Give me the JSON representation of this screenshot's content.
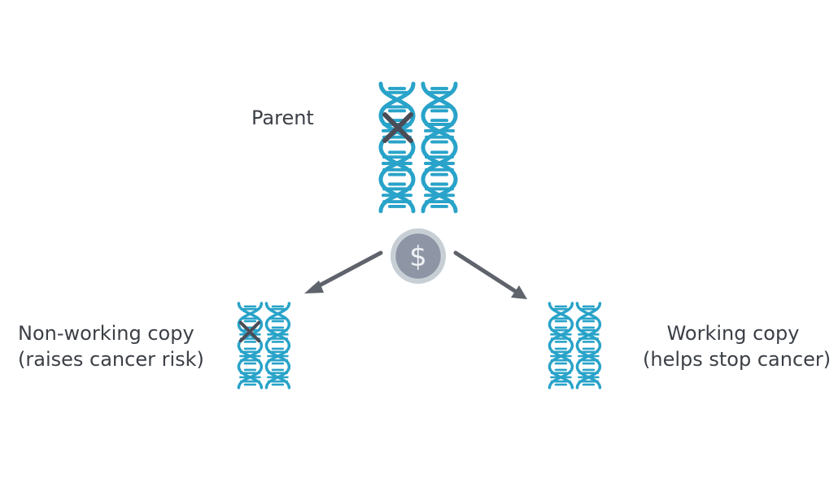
{
  "parent": {
    "label": "Parent"
  },
  "outcomes": {
    "non_working": {
      "line1": "Non-working copy",
      "line2": "(raises cancer risk)"
    },
    "working": {
      "line1": "Working copy",
      "line2": "(helps stop cancer)"
    }
  },
  "coin": {
    "symbol": "$"
  },
  "colors": {
    "dna": "#29a3c9",
    "cross": "#4a4d57",
    "arrow": "#5f636b",
    "coin_fill": "#8e96a6",
    "coin_ring": "#c7cfd5",
    "text": "#3b3f46"
  },
  "icons": {
    "dna": "dna-helix-icon",
    "cross": "cross-mark-icon",
    "coin": "coin-flip-icon"
  }
}
